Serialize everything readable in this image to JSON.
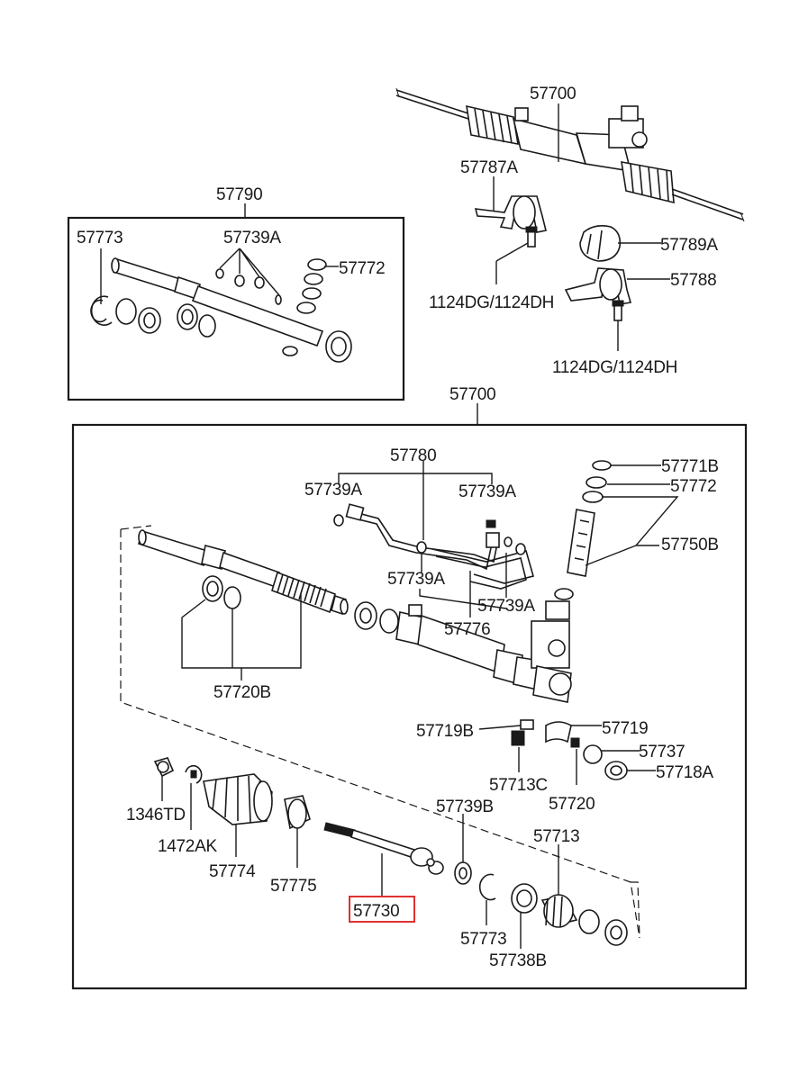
{
  "labels": {
    "l_57700_top": "57700",
    "l_57787A": "57787A",
    "l_57789A": "57789A",
    "l_1124_a": "1124DG/1124DH",
    "l_57788": "57788",
    "l_1124_b": "1124DG/1124DH",
    "l_57790": "57790",
    "l_57773_kit": "57773",
    "l_57739A_kit": "57739A",
    "l_57772_kit": "57772",
    "l_57700_main": "57700",
    "l_57780": "57780",
    "l_57739A_a": "57739A",
    "l_57739A_b": "57739A",
    "l_57739A_c": "57739A",
    "l_57739A_d": "57739A",
    "l_57776": "57776",
    "l_57771B": "57771B",
    "l_57772_main": "57772",
    "l_57750B": "57750B",
    "l_57720B": "57720B",
    "l_57719B": "57719B",
    "l_57719": "57719",
    "l_57737": "57737",
    "l_57718A": "57718A",
    "l_57713C": "57713C",
    "l_57720": "57720",
    "l_1346TD": "1346TD",
    "l_1472AK": "1472AK",
    "l_57774": "57774",
    "l_57775": "57775",
    "l_57739B": "57739B",
    "l_57713": "57713",
    "l_57730": "57730",
    "l_57773_main": "57773",
    "l_57738B": "57738B"
  },
  "highlight": {
    "part": "57730",
    "color": "#e03131"
  },
  "line_color": "#1a1a1a"
}
